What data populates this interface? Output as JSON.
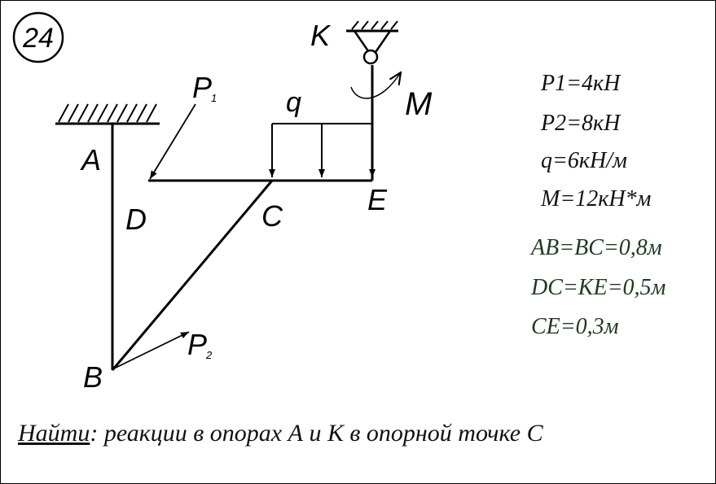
{
  "problem_number": "24",
  "labels": {
    "A": "A",
    "B": "B",
    "C": "C",
    "D": "D",
    "E": "E",
    "K": "K",
    "M": "M",
    "q": "q",
    "P1_main": "P",
    "P1_sub": "1",
    "P2_main": "P",
    "P2_sub": "2"
  },
  "params": {
    "p1": "P1=4кН",
    "p2": "P2=8кН",
    "q": "q=6кН/м",
    "m": "M=12кН*м",
    "ab_bc": "AB=BC=0,8м",
    "dc_ke": "DC=KE=0,5м",
    "ce": "CE=0,3м"
  },
  "task": {
    "find_label": "Найти",
    "text": ": реакции в опорах А и К в опорной точке С"
  }
}
